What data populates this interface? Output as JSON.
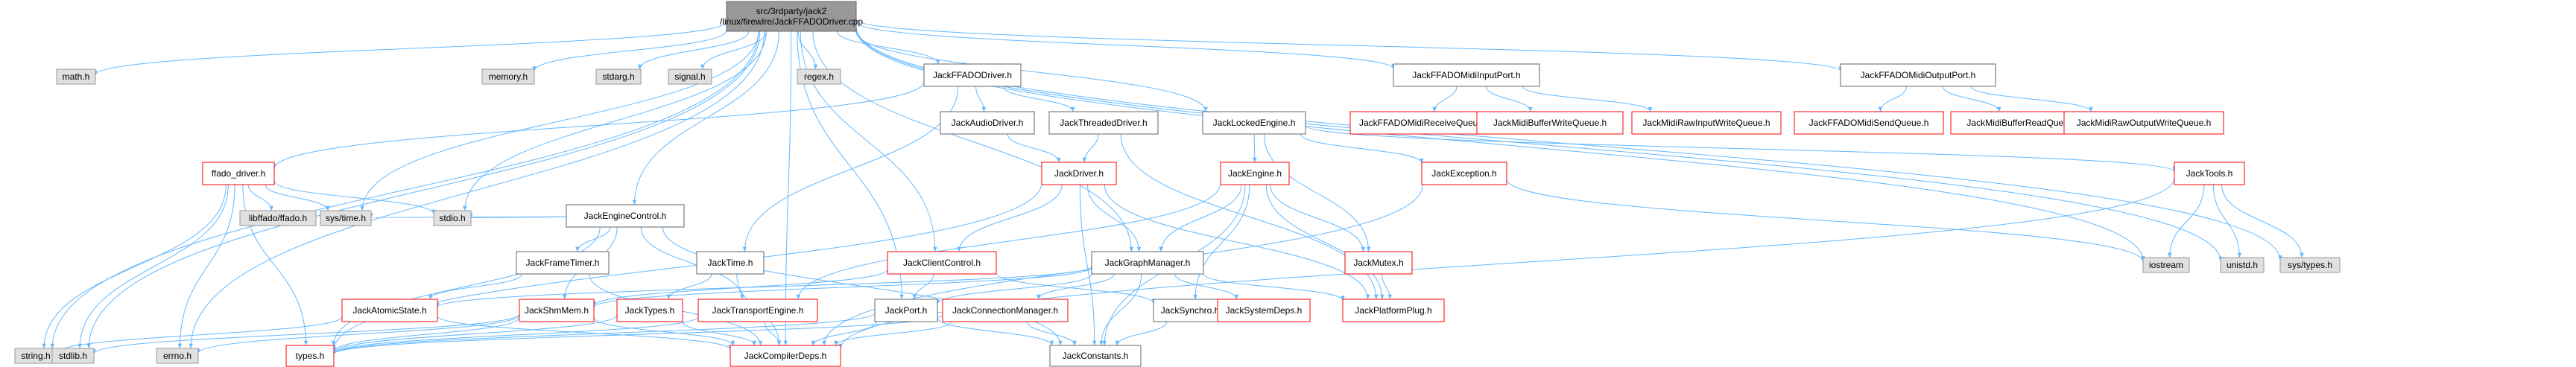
{
  "colors": {
    "root_fill": "#999999",
    "doc_fill": "#ffffff",
    "doc_stroke": "#666666",
    "ref_stroke": "#ff0000",
    "sys_fill": "#e0e0e0",
    "sys_stroke": "#999999",
    "edge": "#63b8ff",
    "text": "#000000"
  },
  "nodes": [
    {
      "id": "root",
      "label": "src/3rdparty/jack2\n/linux/firewire/JackFFADODriver.cpp",
      "kind": "root"
    },
    {
      "id": "math",
      "label": "math.h",
      "kind": "sys"
    },
    {
      "id": "memory",
      "label": "memory.h",
      "kind": "sys"
    },
    {
      "id": "stdarg",
      "label": "stdarg.h",
      "kind": "sys"
    },
    {
      "id": "signal",
      "label": "signal.h",
      "kind": "sys"
    },
    {
      "id": "regex",
      "label": "regex.h",
      "kind": "sys"
    },
    {
      "id": "ffadodrv",
      "label": "JackFFADODriver.h",
      "kind": "doc"
    },
    {
      "id": "midiin",
      "label": "JackFFADOMidiInputPort.h",
      "kind": "doc"
    },
    {
      "id": "midiout",
      "label": "JackFFADOMidiOutputPort.h",
      "kind": "doc"
    },
    {
      "id": "audiodrv",
      "label": "JackAudioDriver.h",
      "kind": "doc"
    },
    {
      "id": "threaded",
      "label": "JackThreadedDriver.h",
      "kind": "doc"
    },
    {
      "id": "locked",
      "label": "JackLockedEngine.h",
      "kind": "doc"
    },
    {
      "id": "recvq",
      "label": "JackFFADOMidiReceiveQueue.h",
      "kind": "ref"
    },
    {
      "id": "bufwq",
      "label": "JackMidiBufferWriteQueue.h",
      "kind": "ref"
    },
    {
      "id": "rawinq",
      "label": "JackMidiRawInputWriteQueue.h",
      "kind": "ref"
    },
    {
      "id": "sendq",
      "label": "JackFFADOMidiSendQueue.h",
      "kind": "ref"
    },
    {
      "id": "bufrq",
      "label": "JackMidiBufferReadQueue.h",
      "kind": "ref"
    },
    {
      "id": "rawoutq",
      "label": "JackMidiRawOutputWriteQueue.h",
      "kind": "ref"
    },
    {
      "id": "ffado",
      "label": "ffado_driver.h",
      "kind": "ref"
    },
    {
      "id": "jackdriver",
      "label": "JackDriver.h",
      "kind": "ref"
    },
    {
      "id": "engine",
      "label": "JackEngine.h",
      "kind": "ref"
    },
    {
      "id": "exception",
      "label": "JackException.h",
      "kind": "ref"
    },
    {
      "id": "tools",
      "label": "JackTools.h",
      "kind": "ref"
    },
    {
      "id": "enginectl",
      "label": "JackEngineControl.h",
      "kind": "doc"
    },
    {
      "id": "libffado",
      "label": "libffado/ffado.h",
      "kind": "sys"
    },
    {
      "id": "systime",
      "label": "sys/time.h",
      "kind": "sys"
    },
    {
      "id": "stdio",
      "label": "stdio.h",
      "kind": "sys"
    },
    {
      "id": "frametimer",
      "label": "JackFrameTimer.h",
      "kind": "doc"
    },
    {
      "id": "jacktime",
      "label": "JackTime.h",
      "kind": "doc"
    },
    {
      "id": "clientctl",
      "label": "JackClientControl.h",
      "kind": "ref"
    },
    {
      "id": "graphmgr",
      "label": "JackGraphManager.h",
      "kind": "doc"
    },
    {
      "id": "mutex",
      "label": "JackMutex.h",
      "kind": "ref"
    },
    {
      "id": "iostream",
      "label": "iostream",
      "kind": "sys"
    },
    {
      "id": "unistd",
      "label": "unistd.h",
      "kind": "sys"
    },
    {
      "id": "systypes",
      "label": "sys/types.h",
      "kind": "sys"
    },
    {
      "id": "atomicstate",
      "label": "JackAtomicState.h",
      "kind": "ref"
    },
    {
      "id": "shmmem",
      "label": "JackShmMem.h",
      "kind": "ref"
    },
    {
      "id": "jacktypes",
      "label": "JackTypes.h",
      "kind": "ref"
    },
    {
      "id": "transport",
      "label": "JackTransportEngine.h",
      "kind": "ref"
    },
    {
      "id": "port",
      "label": "JackPort.h",
      "kind": "doc"
    },
    {
      "id": "connmgr",
      "label": "JackConnectionManager.h",
      "kind": "ref"
    },
    {
      "id": "synchro",
      "label": "JackSynchro.h",
      "kind": "doc"
    },
    {
      "id": "sysdeps",
      "label": "JackSystemDeps.h",
      "kind": "ref"
    },
    {
      "id": "platplug",
      "label": "JackPlatformPlug.h",
      "kind": "ref"
    },
    {
      "id": "string",
      "label": "string.h",
      "kind": "sys"
    },
    {
      "id": "stdlib",
      "label": "stdlib.h",
      "kind": "sys"
    },
    {
      "id": "errno",
      "label": "errno.h",
      "kind": "sys"
    },
    {
      "id": "types",
      "label": "types.h",
      "kind": "ref"
    },
    {
      "id": "compdeps",
      "label": "JackCompilerDeps.h",
      "kind": "ref"
    },
    {
      "id": "constants",
      "label": "JackConstants.h",
      "kind": "doc"
    }
  ],
  "edges": [
    [
      "root",
      "math"
    ],
    [
      "root",
      "memory"
    ],
    [
      "root",
      "stdarg"
    ],
    [
      "root",
      "signal"
    ],
    [
      "root",
      "regex"
    ],
    [
      "root",
      "ffadodrv"
    ],
    [
      "root",
      "midiin"
    ],
    [
      "root",
      "midiout"
    ],
    [
      "root",
      "locked"
    ],
    [
      "root",
      "string"
    ],
    [
      "root",
      "stdlib"
    ],
    [
      "root",
      "errno"
    ],
    [
      "root",
      "stdio"
    ],
    [
      "root",
      "systime"
    ],
    [
      "root",
      "enginectl"
    ],
    [
      "root",
      "clientctl"
    ],
    [
      "root",
      "port"
    ],
    [
      "root",
      "graphmgr"
    ],
    [
      "root",
      "compdeps"
    ],
    [
      "root",
      "iostream"
    ],
    [
      "root",
      "unistd"
    ],
    [
      "root",
      "systypes"
    ],
    [
      "midiin",
      "recvq"
    ],
    [
      "midiin",
      "bufwq"
    ],
    [
      "midiin",
      "rawinq"
    ],
    [
      "midiout",
      "sendq"
    ],
    [
      "midiout",
      "bufrq"
    ],
    [
      "midiout",
      "rawoutq"
    ],
    [
      "ffadodrv",
      "ffado"
    ],
    [
      "ffadodrv",
      "audiodrv"
    ],
    [
      "ffadodrv",
      "threaded"
    ],
    [
      "ffadodrv",
      "jacktime"
    ],
    [
      "audiodrv",
      "jackdriver"
    ],
    [
      "threaded",
      "jackdriver"
    ],
    [
      "threaded",
      "platplug"
    ],
    [
      "locked",
      "engine"
    ],
    [
      "locked",
      "exception"
    ],
    [
      "locked",
      "tools"
    ],
    [
      "locked",
      "mutex"
    ],
    [
      "ffado",
      "libffado"
    ],
    [
      "ffado",
      "systime"
    ],
    [
      "ffado",
      "stdio"
    ],
    [
      "ffado",
      "string"
    ],
    [
      "ffado",
      "stdlib"
    ],
    [
      "ffado",
      "errno"
    ],
    [
      "ffado",
      "types"
    ],
    [
      "enginectl",
      "stdio"
    ],
    [
      "enginectl",
      "systime"
    ],
    [
      "enginectl",
      "frametimer"
    ],
    [
      "enginectl",
      "transport"
    ],
    [
      "enginectl",
      "shmmem"
    ],
    [
      "enginectl",
      "types"
    ],
    [
      "enginectl",
      "constants"
    ],
    [
      "frametimer",
      "atomicstate"
    ],
    [
      "frametimer",
      "compdeps"
    ],
    [
      "jacktime",
      "jacktypes"
    ],
    [
      "jacktime",
      "compdeps"
    ],
    [
      "jackdriver",
      "clientctl"
    ],
    [
      "jackdriver",
      "graphmgr"
    ],
    [
      "jackdriver",
      "types"
    ],
    [
      "jackdriver",
      "platplug"
    ],
    [
      "jackdriver",
      "constants"
    ],
    [
      "engine",
      "graphmgr"
    ],
    [
      "engine",
      "synchro"
    ],
    [
      "engine",
      "mutex"
    ],
    [
      "engine",
      "transport"
    ],
    [
      "engine",
      "platplug"
    ],
    [
      "engine",
      "constants"
    ],
    [
      "exception",
      "iostream"
    ],
    [
      "exception",
      "compdeps"
    ],
    [
      "tools",
      "iostream"
    ],
    [
      "tools",
      "unistd"
    ],
    [
      "tools",
      "systypes"
    ],
    [
      "tools",
      "compdeps"
    ],
    [
      "clientctl",
      "port"
    ],
    [
      "clientctl",
      "synchro"
    ],
    [
      "clientctl",
      "shmmem"
    ],
    [
      "graphmgr",
      "atomicstate"
    ],
    [
      "graphmgr",
      "shmmem"
    ],
    [
      "graphmgr",
      "port"
    ],
    [
      "graphmgr",
      "connmgr"
    ],
    [
      "graphmgr",
      "sysdeps"
    ],
    [
      "graphmgr",
      "platplug"
    ],
    [
      "graphmgr",
      "constants"
    ],
    [
      "mutex",
      "platplug"
    ],
    [
      "atomicstate",
      "string"
    ],
    [
      "atomicstate",
      "compdeps"
    ],
    [
      "shmmem",
      "stdlib"
    ],
    [
      "shmmem",
      "errno"
    ],
    [
      "shmmem",
      "types"
    ],
    [
      "shmmem",
      "compdeps"
    ],
    [
      "jacktypes",
      "types"
    ],
    [
      "jacktypes",
      "compdeps"
    ],
    [
      "transport",
      "types"
    ],
    [
      "transport",
      "compdeps"
    ],
    [
      "port",
      "types"
    ],
    [
      "port",
      "compdeps"
    ],
    [
      "port",
      "constants"
    ],
    [
      "connmgr",
      "types"
    ],
    [
      "connmgr",
      "compdeps"
    ],
    [
      "connmgr",
      "constants"
    ],
    [
      "synchro",
      "constants"
    ]
  ]
}
